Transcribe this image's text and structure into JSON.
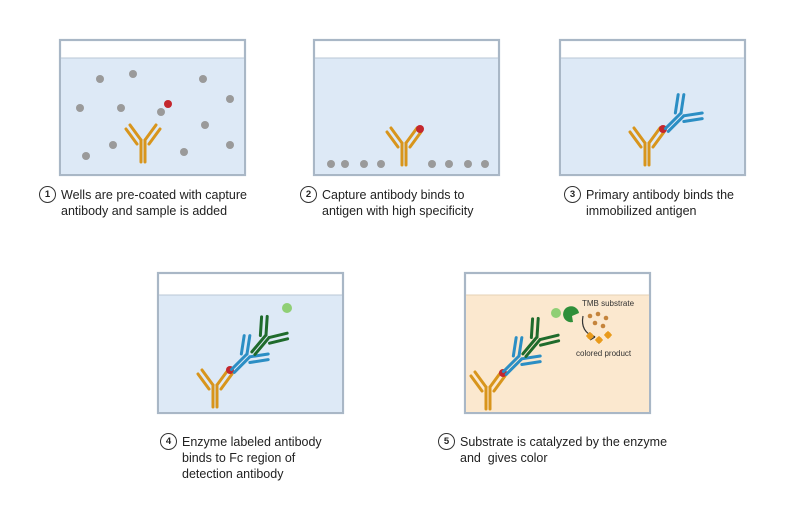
{
  "steps": [
    {
      "number": "1",
      "lines": [
        "Wells are pre-coated with capture",
        "antibody and sample is added"
      ]
    },
    {
      "number": "2",
      "lines": [
        "Capture antibody binds to",
        "antigen with high specificity"
      ]
    },
    {
      "number": "3",
      "lines": [
        "Primary antibody binds the",
        "immobilized antigen"
      ]
    },
    {
      "number": "4",
      "lines": [
        "Enzyme labeled antibody",
        "binds to Fc region of",
        "detection antibody"
      ]
    },
    {
      "number": "5",
      "lines": [
        "Substrate is catalyzed by the enzyme",
        "and  gives color"
      ]
    }
  ],
  "labels": {
    "tmb_substrate": "TMB substrate",
    "colored_product": "colored product"
  },
  "colors": {
    "well_fill": "#dde9f6",
    "well_border": "#a9b7c6",
    "substrate_fill": "#fbe8cf",
    "capture_antibody": "#d8951c",
    "antigen": "#c4272d",
    "detection_antibody": "#2b8ec4",
    "enzyme_antibody": "#1f6b2c",
    "enzyme": "#8fcf75",
    "sample_molecule": "#9a9a9a"
  }
}
